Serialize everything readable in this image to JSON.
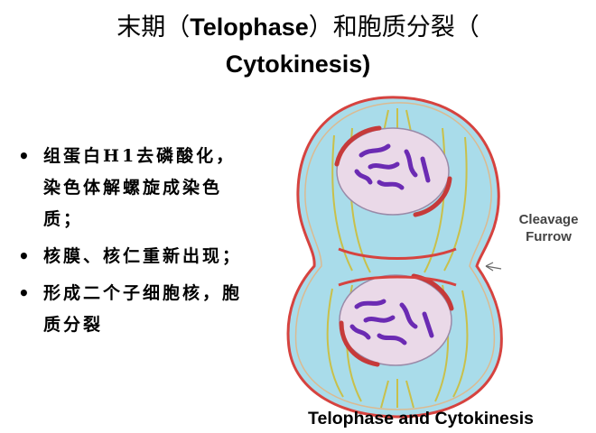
{
  "slide": {
    "title_line1_zh_prefix": "末期（",
    "title_line1_en": "Telophase",
    "title_line1_zh_suffix": "）和胞质分裂（",
    "title_line2_en": "Cytokinesis)",
    "bullets": [
      "组蛋白H1去磷酸化，染色体解螺旋成染色质；",
      "核膜、核仁重新出现；",
      "形成二个子细胞核，胞质分裂"
    ],
    "bullet_symbol": "•"
  },
  "figure": {
    "caption": "Telophase and Cytokinesis",
    "label_cleavage_line1": "Cleavage",
    "label_cleavage_line2": "Furrow",
    "colors": {
      "cytoplasm": "#a9dcea",
      "cell_outline": "#d6433f",
      "nucleus_fill": "#ead9e8",
      "chromatin": "#6b2bb3",
      "spindle": "#c9c04a",
      "nuclear_envelope": "#c63a3a"
    }
  }
}
